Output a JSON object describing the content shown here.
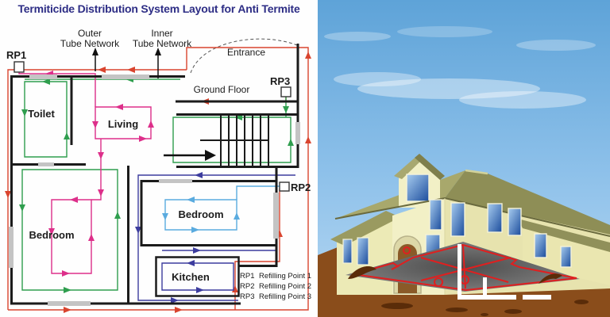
{
  "title": "Termiticide Distribution System Layout for Anti Termite",
  "plan": {
    "refill_points": {
      "rp1": "RP1",
      "rp2": "RP2",
      "rp3": "RP3"
    },
    "labels": {
      "outer_tube": {
        "line1": "Outer",
        "line2": "Tube Network"
      },
      "inner_tube": {
        "line1": "Inner",
        "line2": "Tube Network"
      },
      "entrance": "Entrance",
      "ground_floor": "Ground Floor"
    },
    "rooms": {
      "toilet": "Toilet",
      "living": "Living",
      "bedroom_left": "Bedroom",
      "bedroom_right": "Bedroom",
      "kitchen": "Kitchen"
    },
    "legend": [
      {
        "code": "RP1",
        "label": "Refilling Point 1"
      },
      {
        "code": "RP2",
        "label": "Refilling Point 2"
      },
      {
        "code": "RP3",
        "label": "Refilling Point 3"
      }
    ],
    "colors": {
      "title": "#2d2d85",
      "outer_tube": "#d9442e",
      "inner_tube": "#2f9e4e",
      "rp1_living_loop": "#dd2f8a",
      "kitchen_loop": "#3c3c9e",
      "bedroom_loop": "#5aabdf",
      "wall": "#1b1b1b"
    }
  },
  "illustration": {
    "colors": {
      "sky": "#7ab5e5",
      "soil": "#8a4d1b",
      "house_wall": "#f0eec2",
      "roof": "#9a9a60",
      "window": "#1b4c9c",
      "slab": "#555555",
      "slab_tubing": "#e01f1f",
      "pipes": "#ffffff"
    }
  }
}
